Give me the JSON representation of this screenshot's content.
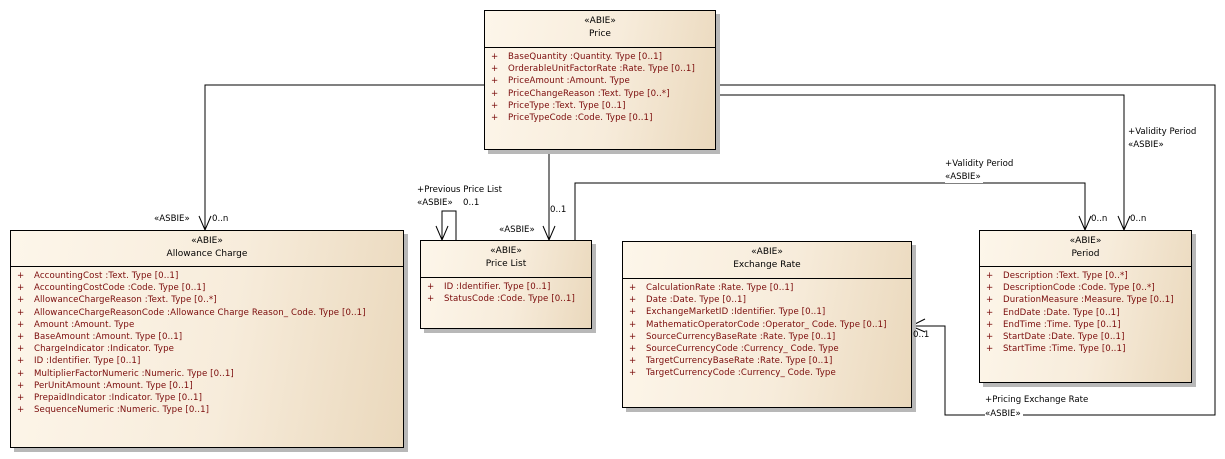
{
  "classes": {
    "price": {
      "stereotype": "«ABIE»",
      "name": "Price",
      "attributes": [
        {
          "vis": "+",
          "text": "BaseQuantity  :Quantity. Type [0..1]"
        },
        {
          "vis": "+",
          "text": "OrderableUnitFactorRate  :Rate. Type [0..1]"
        },
        {
          "vis": "+",
          "text": "PriceAmount  :Amount. Type"
        },
        {
          "vis": "+",
          "text": "PriceChangeReason  :Text. Type [0..*]"
        },
        {
          "vis": "+",
          "text": "PriceType  :Text. Type [0..1]"
        },
        {
          "vis": "+",
          "text": "PriceTypeCode  :Code. Type [0..1]"
        }
      ]
    },
    "allowance_charge": {
      "stereotype": "«ABIE»",
      "name": "Allowance Charge",
      "attributes": [
        {
          "vis": "+",
          "text": "AccountingCost  :Text. Type [0..1]"
        },
        {
          "vis": "+",
          "text": "AccountingCostCode  :Code. Type [0..1]"
        },
        {
          "vis": "+",
          "text": "AllowanceChargeReason  :Text. Type [0..*]"
        },
        {
          "vis": "+",
          "text": "AllowanceChargeReasonCode  :Allowance Charge Reason_ Code. Type [0..1]"
        },
        {
          "vis": "+",
          "text": "Amount  :Amount. Type"
        },
        {
          "vis": "+",
          "text": "BaseAmount  :Amount. Type [0..1]"
        },
        {
          "vis": "+",
          "text": "ChargeIndicator  :Indicator. Type"
        },
        {
          "vis": "+",
          "text": "ID  :Identifier. Type [0..1]"
        },
        {
          "vis": "+",
          "text": "MultiplierFactorNumeric  :Numeric. Type [0..1]"
        },
        {
          "vis": "+",
          "text": "PerUnitAmount  :Amount. Type [0..1]"
        },
        {
          "vis": "+",
          "text": "PrepaidIndicator  :Indicator. Type [0..1]"
        },
        {
          "vis": "+",
          "text": "SequenceNumeric  :Numeric. Type [0..1]"
        }
      ]
    },
    "price_list": {
      "stereotype": "«ABIE»",
      "name": "Price List",
      "attributes": [
        {
          "vis": "+",
          "text": "ID  :Identifier. Type [0..1]"
        },
        {
          "vis": "+",
          "text": "StatusCode  :Code. Type [0..1]"
        }
      ]
    },
    "exchange_rate": {
      "stereotype": "«ABIE»",
      "name": "Exchange Rate",
      "attributes": [
        {
          "vis": "+",
          "text": "CalculationRate  :Rate. Type [0..1]"
        },
        {
          "vis": "+",
          "text": "Date  :Date. Type [0..1]"
        },
        {
          "vis": "+",
          "text": "ExchangeMarketID  :Identifier. Type [0..1]"
        },
        {
          "vis": "+",
          "text": "MathematicOperatorCode  :Operator_ Code. Type [0..1]"
        },
        {
          "vis": "+",
          "text": "SourceCurrencyBaseRate  :Rate. Type [0..1]"
        },
        {
          "vis": "+",
          "text": "SourceCurrencyCode  :Currency_ Code. Type"
        },
        {
          "vis": "+",
          "text": "TargetCurrencyBaseRate  :Rate. Type [0..1]"
        },
        {
          "vis": "+",
          "text": "TargetCurrencyCode  :Currency_ Code. Type"
        }
      ]
    },
    "period": {
      "stereotype": "«ABIE»",
      "name": "Period",
      "attributes": [
        {
          "vis": "+",
          "text": "Description  :Text. Type [0..*]"
        },
        {
          "vis": "+",
          "text": "DescriptionCode  :Code. Type [0..*]"
        },
        {
          "vis": "+",
          "text": "DurationMeasure  :Measure. Type [0..1]"
        },
        {
          "vis": "+",
          "text": "EndDate  :Date. Type [0..1]"
        },
        {
          "vis": "+",
          "text": "EndTime  :Time. Type [0..1]"
        },
        {
          "vis": "+",
          "text": "StartDate  :Date. Type [0..1]"
        },
        {
          "vis": "+",
          "text": "StartTime  :Time. Type [0..1]"
        }
      ]
    }
  },
  "associations": {
    "allowance_charge": {
      "stereotype": "«ASBIE»",
      "multiplicity": "0..n"
    },
    "price_list": {
      "stereotype": "«ASBIE»",
      "multiplicity": "0..1"
    },
    "previous_price_list": {
      "role": "+Previous Price List",
      "stereotype": "«ASBIE»",
      "multiplicity": "0..1"
    },
    "price_list_validity": {
      "role": "+Validity Period",
      "stereotype": "«ASBIE»",
      "multiplicity": "0..n"
    },
    "price_validity": {
      "role": "+Validity Period",
      "stereotype": "«ASBIE»",
      "multiplicity": "0..n"
    },
    "pricing_exchange_rate": {
      "role": "+Pricing Exchange Rate",
      "stereotype": "«ASBIE»",
      "multiplicity": "0..1"
    }
  }
}
